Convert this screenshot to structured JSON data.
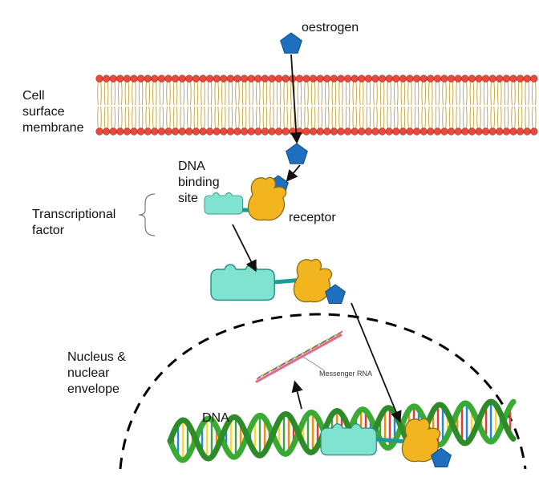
{
  "labels": {
    "oestrogen": "oestrogen",
    "membrane_line1": "Cell",
    "membrane_line2": "surface",
    "membrane_line3": "membrane",
    "dna_binding_line1": "DNA",
    "dna_binding_line2": "binding",
    "dna_binding_line3": "site",
    "tf_line1": "Transcriptional",
    "tf_line2": "factor",
    "receptor": "receptor",
    "nucleus_line1": "Nucleus &",
    "nucleus_line2": "nuclear",
    "nucleus_line3": "envelope",
    "dna": "DNA",
    "mrna": "Messenger RNA"
  },
  "colors": {
    "phospholipid_head": "#e8493a",
    "phospholipid_tail": "#c9a84a",
    "oestrogen": "#1f6fbf",
    "receptor": "#f3b51f",
    "binding_domain": "#7fe3cf",
    "linker": "#1a9a9a",
    "dna_strand": "#3aaa35",
    "mrna": "#e26a8a",
    "arrow": "#111111"
  }
}
